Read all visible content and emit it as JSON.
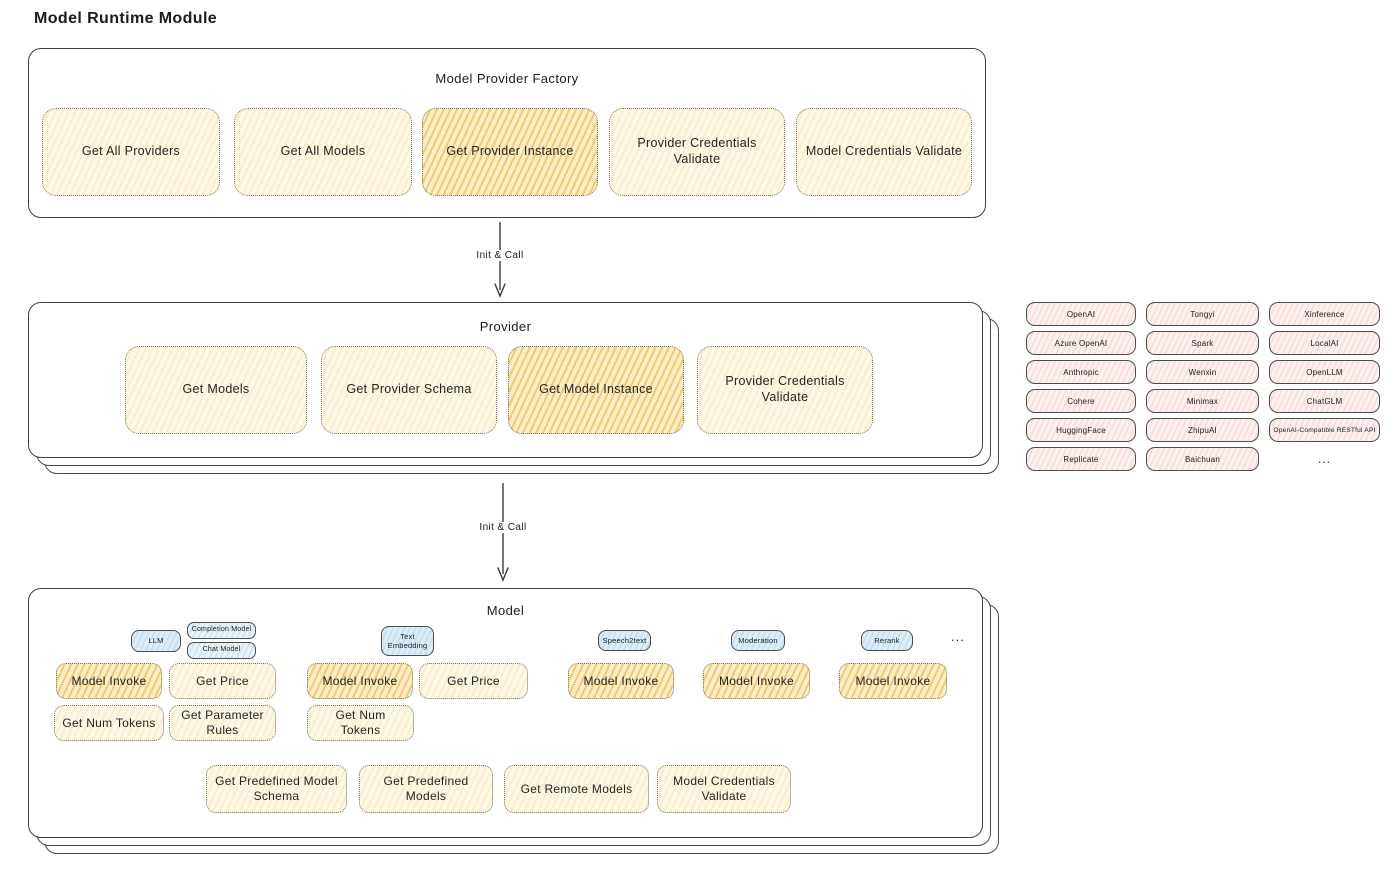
{
  "page_title": "Model Runtime Module",
  "colors": {
    "node_cream": "#fdf8e6",
    "node_highlight_orange": "#f9e0a4",
    "provider_chip_pink": "#fdf1ef",
    "model_type_blue": "#dcedf8",
    "ink": "#1c1c1c"
  },
  "factory": {
    "title": "Model Provider Factory",
    "buttons": [
      {
        "label": "Get All Providers",
        "highlighted": false
      },
      {
        "label": "Get All Models",
        "highlighted": false
      },
      {
        "label": "Get Provider Instance",
        "highlighted": true
      },
      {
        "label": "Provider Credentials Validate",
        "highlighted": false
      },
      {
        "label": "Model Credentials Validate",
        "highlighted": false
      }
    ]
  },
  "arrow_factory_to_provider": {
    "label": "Init & Call"
  },
  "provider": {
    "title": "Provider",
    "buttons": [
      {
        "label": "Get Models",
        "highlighted": false
      },
      {
        "label": "Get Provider Schema",
        "highlighted": false
      },
      {
        "label": "Get Model Instance",
        "highlighted": true
      },
      {
        "label": "Provider Credentials Validate",
        "highlighted": false
      }
    ]
  },
  "provider_list": {
    "columns": [
      [
        "OpenAI",
        "Azure OpenAI",
        "Anthropic",
        "Cohere",
        "HuggingFace",
        "Replicate"
      ],
      [
        "Tongyi",
        "Spark",
        "Wenxin",
        "Minimax",
        "ZhipuAI",
        "Baichuan"
      ],
      [
        "Xinference",
        "LocalAI",
        "OpenLLM",
        "ChatGLM",
        "OpenAI-Compatible RESTful API"
      ]
    ],
    "more": "..."
  },
  "arrow_provider_to_model": {
    "label": "Init & Call"
  },
  "model": {
    "title": "Model",
    "type_badges": {
      "llm": "LLM",
      "completion_model": "Completion Model",
      "chat_model": "Chat Model",
      "text_embedding": "Text Embedding",
      "speech2text": "Speech2text",
      "moderation": "Moderation",
      "rerank": "Rerank",
      "more": "..."
    },
    "buttons": {
      "model_invoke": "Model Invoke",
      "get_price": "Get Price",
      "get_num_tokens": "Get Num Tokens",
      "get_parameter_rules": "Get Parameter Rules",
      "get_predefined_model_schema": "Get Predefined Model Schema",
      "get_predefined_models": "Get Predefined Models",
      "get_remote_models": "Get Remote Models",
      "model_credentials_validate": "Model Credentials Validate"
    }
  }
}
